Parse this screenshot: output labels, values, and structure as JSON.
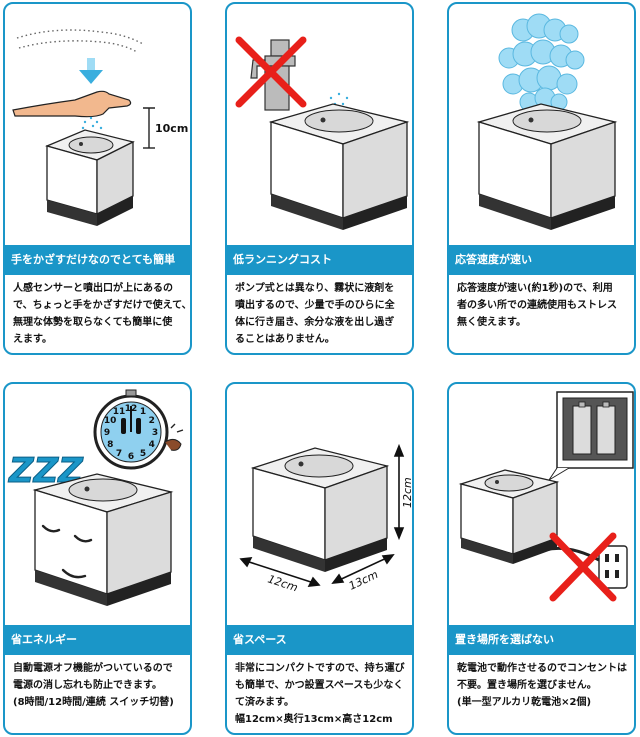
{
  "panels": [
    {
      "title": "手をかざすだけなのでとても簡単",
      "lines": [
        "人感センサーと噴出口が上にあるの",
        "で、ちょっと手をかざすだけで使えて、",
        "無理な体勢を取らなくても簡単に使",
        "えます。"
      ],
      "dim": "10cm"
    },
    {
      "title": "低ランニングコスト",
      "lines": [
        "ポンプ式とは異なり、霧状に液剤を",
        "噴出するので、少量で手のひらに全",
        "体に行き届き、余分な液を出し過ぎ",
        "ることはありません。"
      ]
    },
    {
      "title": "応答速度が速い",
      "lines": [
        "応答速度が速い(約1秒)ので、利用",
        "者の多い所での連続使用もストレス",
        "無く使えます。"
      ]
    },
    {
      "title": "省エネルギー",
      "lines": [
        "自動電源オフ機能がついているので",
        "電源の消し忘れも防止できます。",
        "(8時間/12時間/連続 スイッチ切替)"
      ],
      "zzz": "ZZZ"
    },
    {
      "title": "省スペース",
      "lines": [
        "非常にコンパクトですので、持ち運び",
        "も簡単で、かつ設置スペースも少なく",
        "て済みます。",
        "幅12cm×奥行13cm×高さ12cm"
      ],
      "dims": {
        "width": "12cm",
        "depth": "13cm",
        "height": "12cm"
      }
    },
    {
      "title": "置き場所を選ばない",
      "lines": [
        "乾電池で動作させるのでコンセントは",
        "不要。置き場所を選びません。",
        "(単一型アルカリ乾電池×2個)"
      ]
    }
  ],
  "clock_numbers": [
    "12",
    "1",
    "2",
    "3",
    "4",
    "5",
    "6",
    "7",
    "8",
    "9",
    "10",
    "11"
  ],
  "colors": {
    "accent": "#1a96c8",
    "cross": "#e8201a",
    "clock_face": "#8fd0ef"
  }
}
